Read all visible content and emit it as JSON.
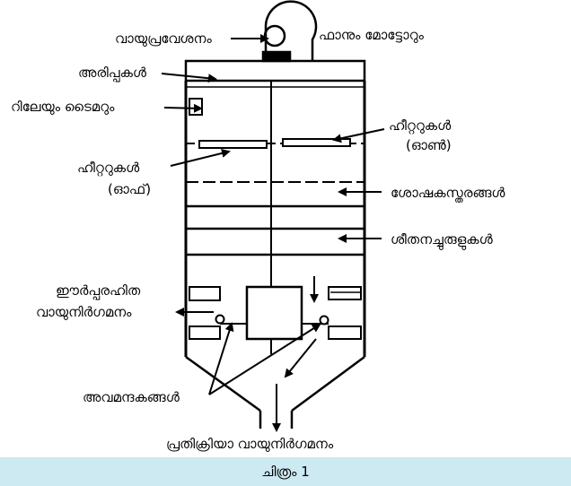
{
  "labels": {
    "air_inlet": "വായുപ്രവേശനം",
    "fan_motor": "ഫാനും   മോട്ടോറും",
    "filters": "അരിപ്പകൾ",
    "relay_timer": "റിലേയും   ടൈമറും",
    "heaters_on_line1": "ഹീറ്ററുകൾ",
    "heaters_on_line2": "(ഓൺ)",
    "heaters_off_line1": "ഹീറ്ററുകൾ",
    "heaters_off_line2": "(ഓഫ്)",
    "desiccant_layers": "ശോഷകസ്തരങ്ങൾ",
    "cooling_coils": "ശീതനച്ചുരുളുകൾ",
    "moist_outlet_line1": "ഈർപ്പരഹിത",
    "moist_outlet_line2": "വായുനിർഗമനം",
    "dampers": "അവമന്ദകങ്ങൾ",
    "reactivation_outlet": "പ്രതിക്രിയാ   വായുനിർഗമനം"
  },
  "caption": {
    "text": "ചിത്രം  1",
    "background": "#cde9f1"
  }
}
